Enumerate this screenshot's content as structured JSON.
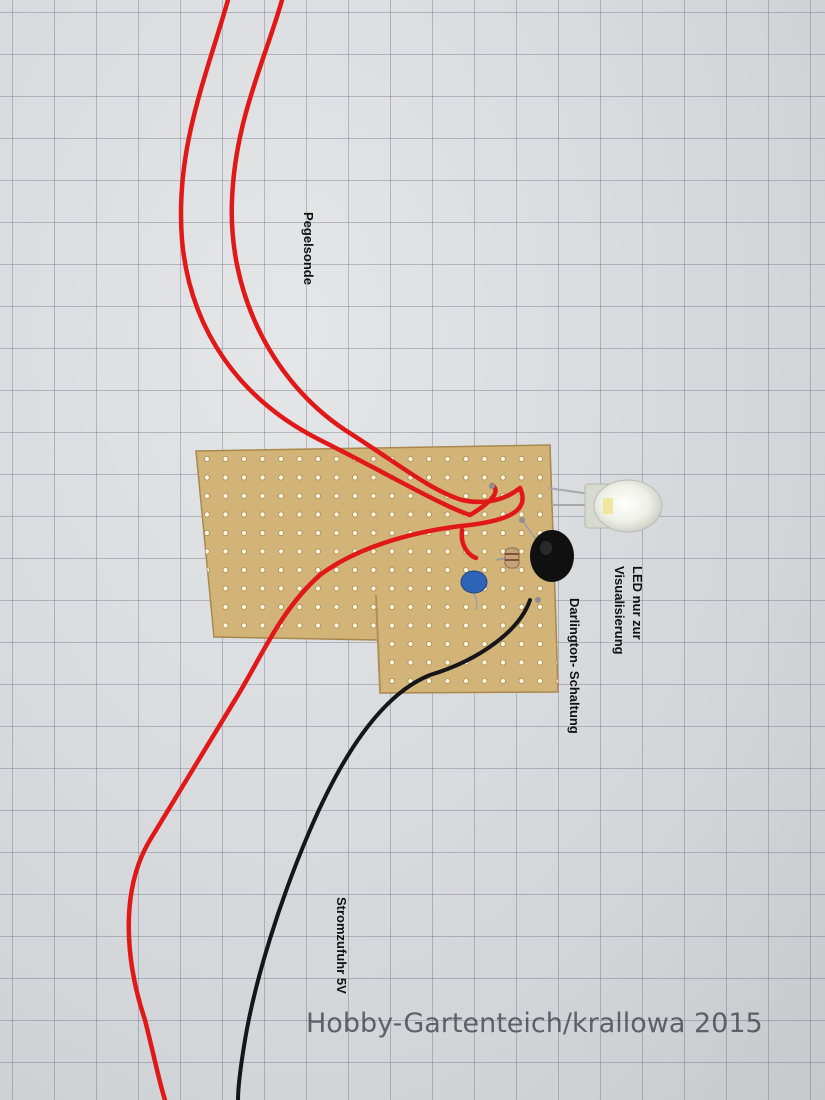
{
  "labels": {
    "probe": "Pegelsonde",
    "led_line1": "LED nur zur",
    "led_line2": "Visualisierung",
    "darlington": "Darlington- Schaltung",
    "power": "Stromzufuhr 5V"
  },
  "watermark": "Hobby-Gartenteich/krallowa 2015",
  "colors": {
    "paper": "#d9dcdf",
    "grid_line": "#3c4655",
    "pcb": "#d2b478",
    "wire_red": "#e01818",
    "wire_black": "#15151a",
    "transistor": "#101010",
    "capacitor": "#2e63b8"
  },
  "icons": [
    "perfboard-pcb",
    "red-wire",
    "black-wire",
    "led",
    "transistor",
    "capacitor",
    "resistor"
  ]
}
